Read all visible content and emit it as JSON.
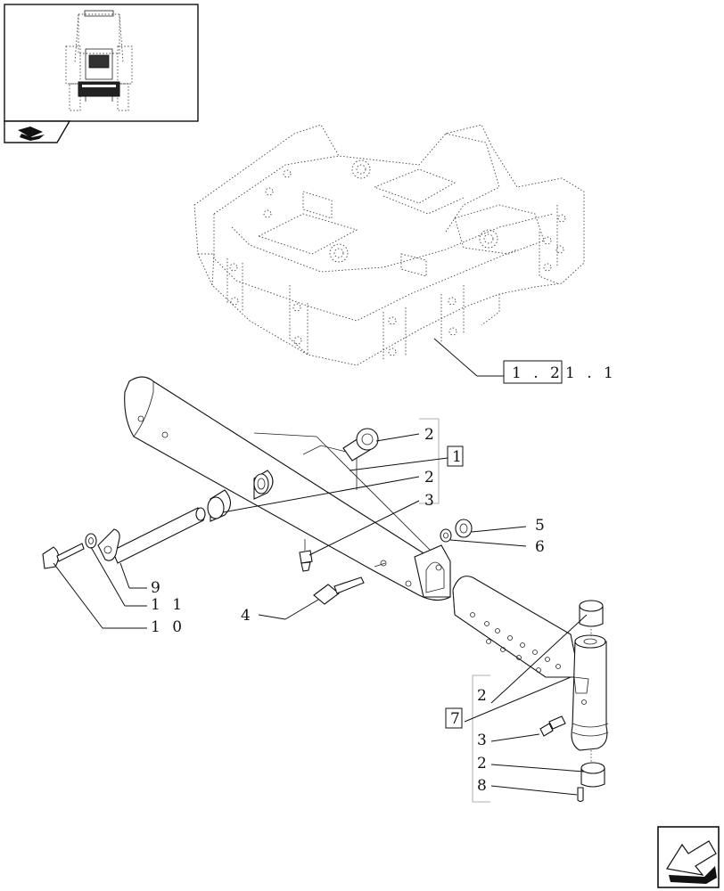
{
  "refs": {
    "main_ref_boxed": "1 . 2",
    "main_ref_tail": "1 . 1",
    "boxed_1": "1",
    "boxed_7": "7"
  },
  "labels": {
    "l2a": "2",
    "l2b": "2",
    "l3a": "3",
    "l5": "5",
    "l6": "6",
    "l9": "9",
    "l11": "1 1",
    "l10": "1 0",
    "l4": "4",
    "l2c": "2",
    "l3b": "3",
    "l2d": "2",
    "l8": "8"
  },
  "icons": {
    "thumbnail": "tractor-front-view-thumbnail",
    "nav_arrow": "next-page-arrow-icon",
    "book": "book-icon"
  }
}
